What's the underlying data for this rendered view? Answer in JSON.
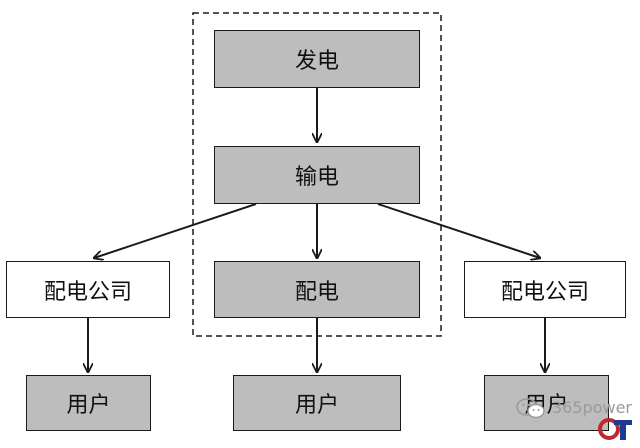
{
  "nodes": {
    "generation": "发电",
    "transmission": "输电",
    "distribution": "配电",
    "dist_company_left": "配电公司",
    "dist_company_right": "配电公司",
    "user_left": "用户",
    "user_center": "用户",
    "user_right": "用户"
  },
  "edges": [
    {
      "from": "generation",
      "to": "transmission"
    },
    {
      "from": "transmission",
      "to": "distribution"
    },
    {
      "from": "transmission",
      "to": "dist_company_left"
    },
    {
      "from": "transmission",
      "to": "dist_company_right"
    },
    {
      "from": "distribution",
      "to": "user_center"
    },
    {
      "from": "dist_company_left",
      "to": "user_left"
    },
    {
      "from": "dist_company_right",
      "to": "user_right"
    }
  ],
  "watermark": {
    "text": "365power",
    "icon": "wechat-icon"
  },
  "logo": {
    "text": "OT",
    "icon": "ot-logo-icon"
  },
  "colors": {
    "shaded_fill": "#bdbdbd",
    "plain_fill": "#ffffff",
    "stroke": "#1a1a1a"
  }
}
